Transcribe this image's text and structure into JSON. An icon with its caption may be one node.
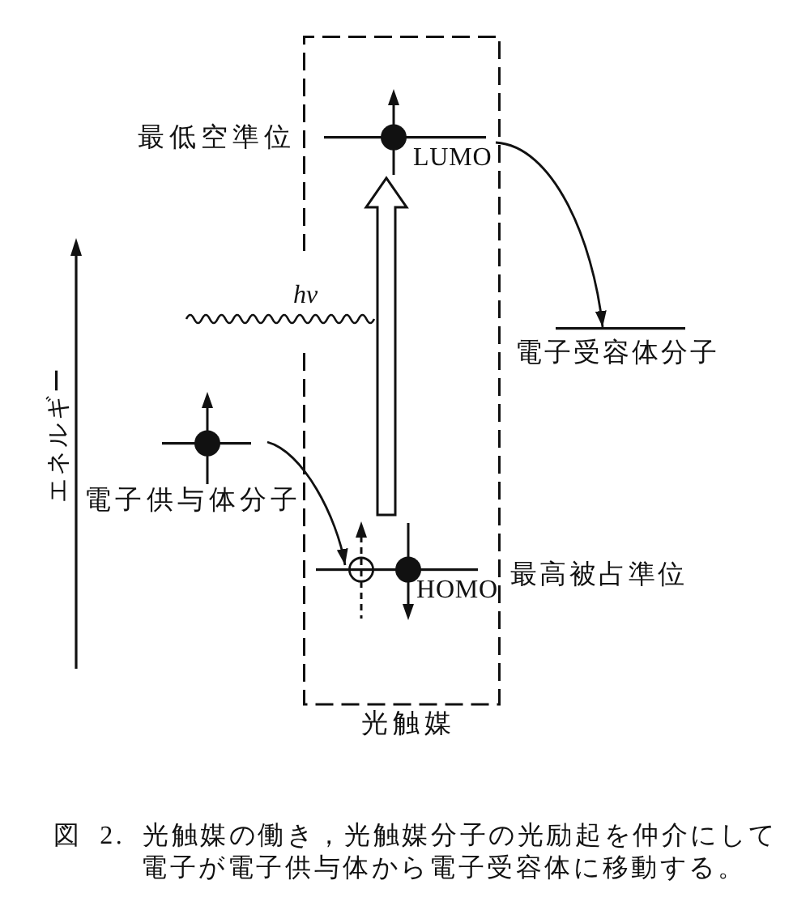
{
  "diagram": {
    "caption": "図 2. 光触媒の働き，光触媒分子の光励起を仲介にして電子が電子供与体から電子受容体に移動する。",
    "nodes": [
      {
        "text": [
          "光触媒"
        ]
      },
      {
        "text": [
          "LUMO"
        ],
        "beside": [
          "最低空準位"
        ],
        "in": 0
      },
      {
        "text": [
          "電子受容体分子"
        ]
      },
      {
        "text": [
          "電子供与体分子"
        ]
      },
      {
        "text": [
          "HOMO"
        ],
        "beside": [
          "最高被占準位"
        ],
        "in": 0
      }
    ],
    "edges": [
      {
        "from": 1,
        "to": 2,
        "arrow": "to"
      },
      {
        "from": 4,
        "to": 1,
        "arrow": "to",
        "style": "thick"
      },
      {
        "from": 3,
        "to": 4,
        "arrow": "to"
      }
    ],
    "labels": [
      "hν",
      "エネルギー"
    ]
  }
}
